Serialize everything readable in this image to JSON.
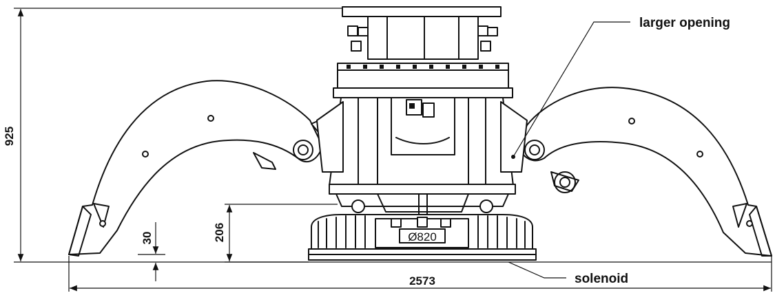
{
  "dimensions": {
    "height_total": "925",
    "ground_clearance": "30",
    "magnet_height": "206",
    "magnet_diameter": "Ø820",
    "overall_width": "2573"
  },
  "callouts": {
    "larger_opening": "larger opening",
    "solenoid": "solenoid"
  }
}
